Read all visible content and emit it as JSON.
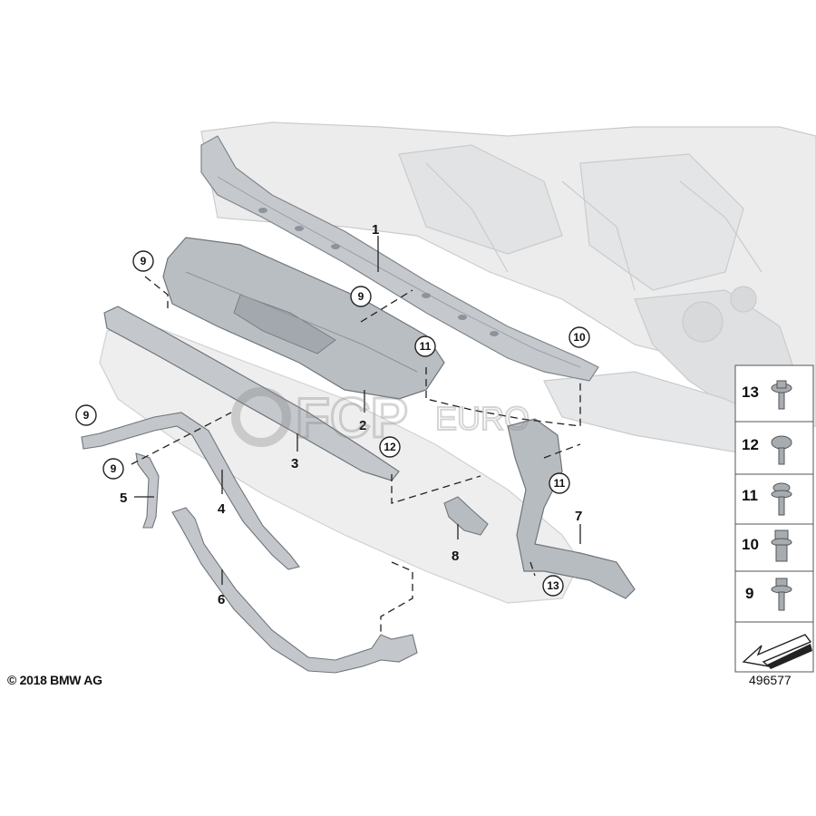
{
  "copyright": "© 2018 BMW AG",
  "diagram_id": "496577",
  "watermark": {
    "brand": "FCP",
    "suffix": "EURO"
  },
  "callouts": {
    "p1": "1",
    "p2": "2",
    "p3": "3",
    "p4": "4",
    "p5": "5",
    "p6": "6",
    "p7": "7",
    "p8": "8"
  },
  "circled": {
    "c9a": "9",
    "c9b": "9",
    "c9c": "9",
    "c9d": "9",
    "c10": "10",
    "c11a": "11",
    "c11b": "11",
    "c12": "12",
    "c13": "13"
  },
  "legend": {
    "items": [
      "13",
      "12",
      "11",
      "10",
      "9"
    ],
    "arrow_icon": "direction-arrow-icon"
  },
  "colors": {
    "part_fill": "#c9cdd1",
    "part_dark": "#8d9399",
    "body_fill": "#e8e9ea",
    "body_line": "#c4c6c8",
    "line": "#222222"
  }
}
